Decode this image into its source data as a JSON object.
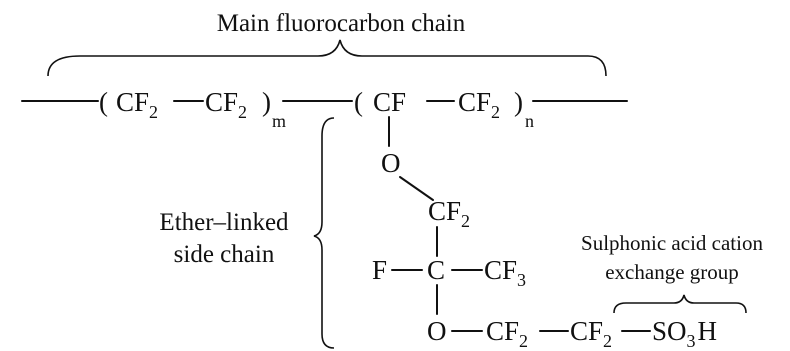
{
  "labels": {
    "main_chain": "Main fluorocarbon chain",
    "side_chain_line1": "Ether–linked",
    "side_chain_line2": "side chain",
    "acid_group_line1": "Sulphonic acid cation",
    "acid_group_line2": "exchange group"
  },
  "backbone": {
    "open_paren_1": "(",
    "cf2_a": "CF",
    "cf2_a_sub": "2",
    "cf2_b": "CF",
    "cf2_b_sub": "2",
    "close_paren_1": ")",
    "repeat_m": "m",
    "open_paren_2": "(",
    "cf": "CF",
    "cf2_c": "CF",
    "cf2_c_sub": "2",
    "close_paren_2": ")",
    "repeat_n": "n"
  },
  "side_chain": {
    "o1": "O",
    "cf2_d": "CF",
    "cf2_d_sub": "2",
    "f": "F",
    "c": "C",
    "cf3": "CF",
    "cf3_sub": "3",
    "o2": "O",
    "cf2_e": "CF",
    "cf2_e_sub": "2",
    "cf2_f": "CF",
    "cf2_f_sub": "2",
    "so3h_a": "SO",
    "so3h_sub": "3",
    "so3h_b": "H"
  }
}
